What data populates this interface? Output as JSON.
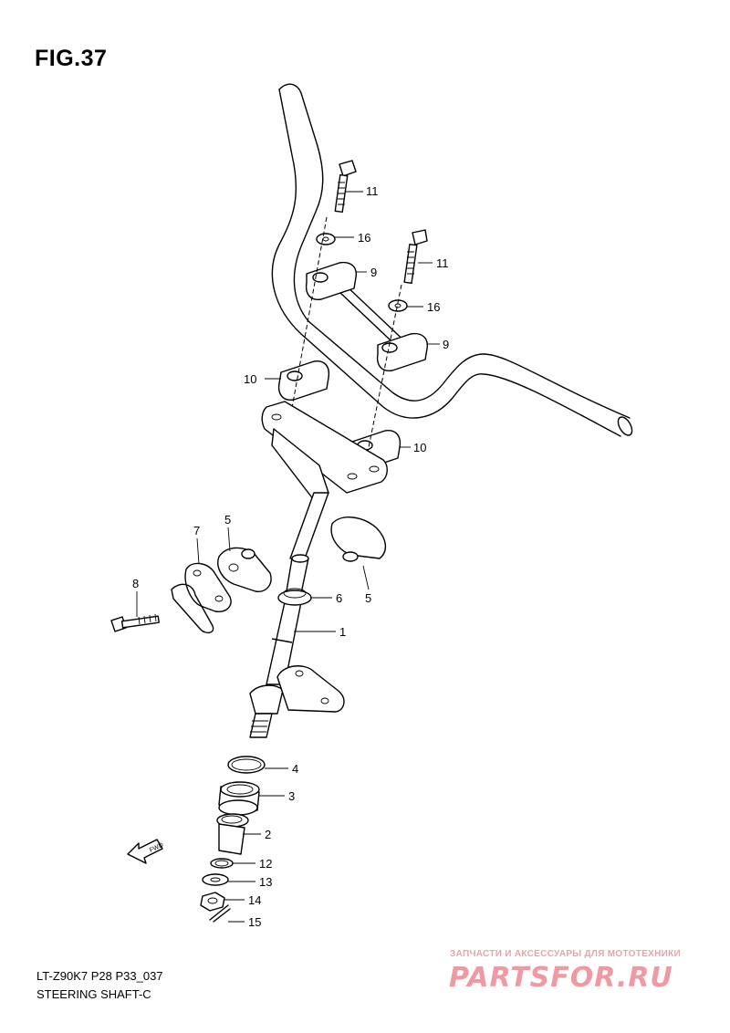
{
  "figure": {
    "title": "FIG.37",
    "code": "LT-Z90K7 P28 P33_037",
    "name": "STEERING SHAFT-C"
  },
  "callouts": [
    {
      "id": "c11a",
      "label": "11"
    },
    {
      "id": "c16a",
      "label": "16"
    },
    {
      "id": "c9a",
      "label": "9"
    },
    {
      "id": "c11b",
      "label": "11"
    },
    {
      "id": "c16b",
      "label": "16"
    },
    {
      "id": "c9b",
      "label": "9"
    },
    {
      "id": "c10a",
      "label": "10"
    },
    {
      "id": "c10b",
      "label": "10"
    },
    {
      "id": "c7",
      "label": "7"
    },
    {
      "id": "c5a",
      "label": "5"
    },
    {
      "id": "c8",
      "label": "8"
    },
    {
      "id": "c6",
      "label": "6"
    },
    {
      "id": "c5b",
      "label": "5"
    },
    {
      "id": "c1",
      "label": "1"
    },
    {
      "id": "c4",
      "label": "4"
    },
    {
      "id": "c3",
      "label": "3"
    },
    {
      "id": "c2",
      "label": "2"
    },
    {
      "id": "c12",
      "label": "12"
    },
    {
      "id": "c13",
      "label": "13"
    },
    {
      "id": "c14",
      "label": "14"
    },
    {
      "id": "c15",
      "label": "15"
    }
  ],
  "direction_arrow": "FWD",
  "watermark": {
    "tagline": "ЗАПЧАСТИ И АКСЕССУАРЫ ДЛЯ МОТОТЕХНИКИ",
    "logo": "PARTSFOR.RU"
  }
}
